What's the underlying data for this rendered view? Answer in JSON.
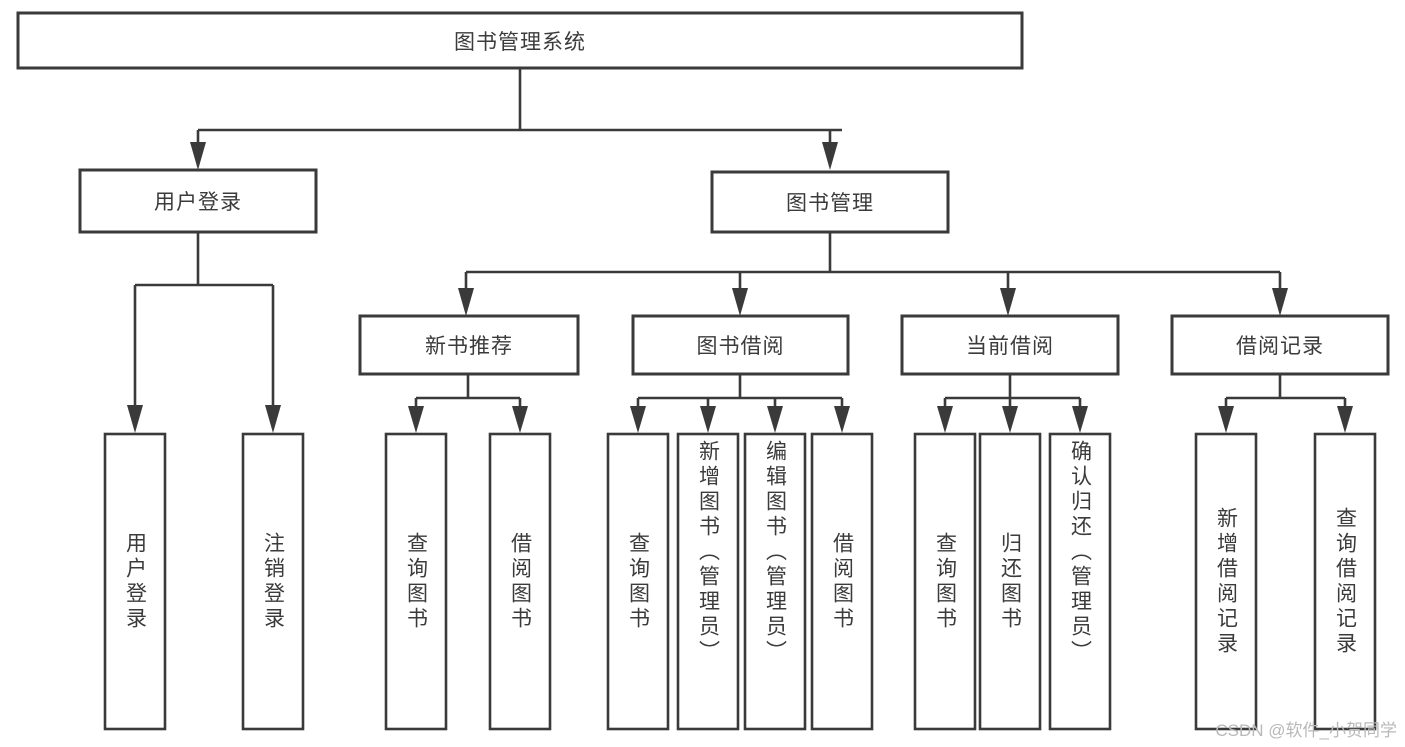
{
  "diagram": {
    "type": "tree-hierarchy",
    "title": "图书管理系统",
    "watermark": "CSDN @软件_小贺同学",
    "colors": {
      "stroke": "#3a3a3a",
      "text": "#3b3b3b",
      "fill": "#ffffff",
      "watermark": "#b9b9b9"
    },
    "root": {
      "label": "图书管理系统"
    },
    "level1": [
      {
        "label": "用户登录"
      },
      {
        "label": "图书管理"
      }
    ],
    "level2": [
      {
        "label": "新书推荐"
      },
      {
        "label": "图书借阅"
      },
      {
        "label": "当前借阅"
      },
      {
        "label": "借阅记录"
      }
    ],
    "leaves": {
      "user_login": [
        {
          "label": "用户登录"
        },
        {
          "label": "注销登录"
        }
      ],
      "new_book_recommend": [
        {
          "label": "查询图书"
        },
        {
          "label": "借阅图书"
        }
      ],
      "book_borrow": [
        {
          "label": "查询图书"
        },
        {
          "label": "新增图书（管理员）"
        },
        {
          "label": "编辑图书（管理员）"
        },
        {
          "label": "借阅图书"
        }
      ],
      "current_borrow": [
        {
          "label": "查询图书"
        },
        {
          "label": "归还图书"
        },
        {
          "label": "确认归还（管理员）"
        }
      ],
      "borrow_record": [
        {
          "label": "新增借阅记录"
        },
        {
          "label": "查询借阅记录"
        }
      ]
    }
  }
}
